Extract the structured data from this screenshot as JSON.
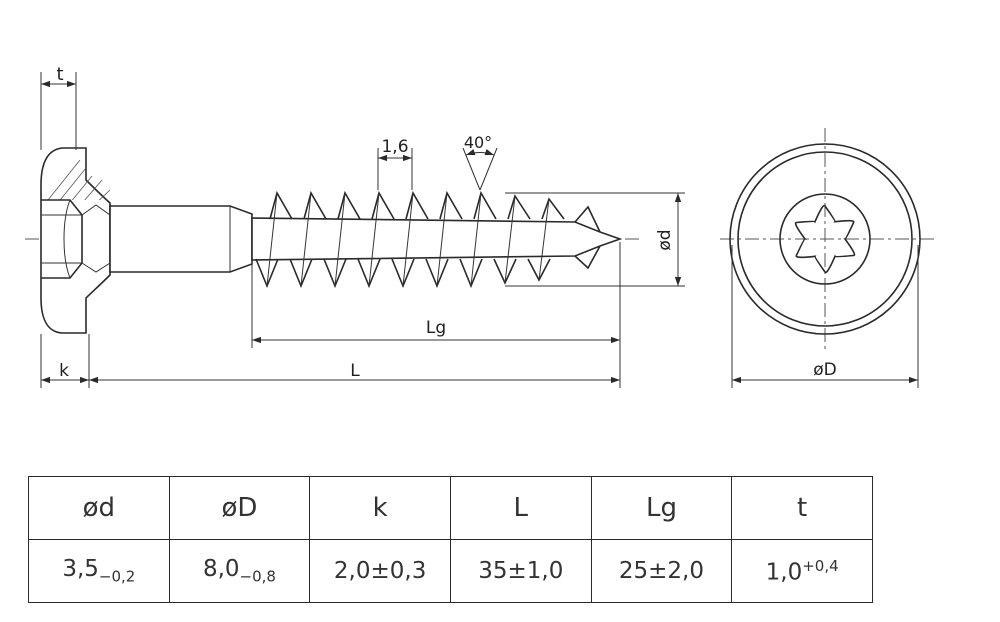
{
  "drawing": {
    "labels": {
      "t": "t",
      "pitch": "1,6",
      "angle": "40°",
      "d": "ød",
      "lg": "Lg",
      "k": "k",
      "l": "L",
      "D": "øD"
    }
  },
  "table": {
    "headers": [
      "ød",
      "øD",
      "k",
      "L",
      "Lg",
      "t"
    ],
    "values": [
      {
        "base": "3,5",
        "sub": "−0,2"
      },
      {
        "base": "8,0",
        "sub": "−0,8"
      },
      {
        "base": "2,0±0,3"
      },
      {
        "base": "35±1,0"
      },
      {
        "base": "25±2,0"
      },
      {
        "base": "1,0",
        "sup": "+0,4"
      }
    ]
  }
}
